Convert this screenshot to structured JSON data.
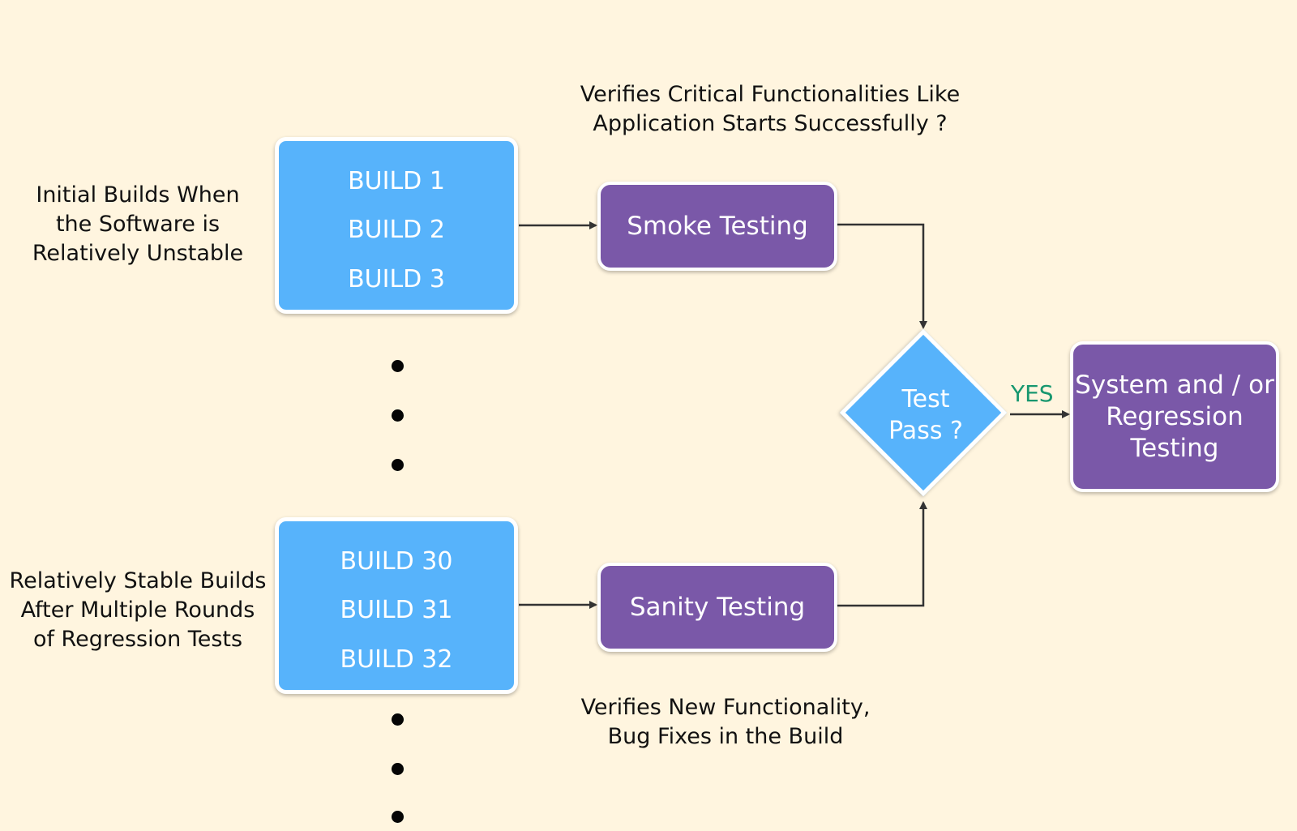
{
  "notes": {
    "top_builds": "Initial Builds When\nthe Software is\nRelatively Unstable",
    "bottom_builds": "Relatively Stable Builds\nAfter Multiple Rounds\nof Regression Tests",
    "smoke": "Verifies Critical Functionalities Like\nApplication Starts Successfully ?",
    "sanity": "Verifies New Functionality,\nBug Fixes in the Build"
  },
  "top_builds": [
    "BUILD 1",
    "BUILD 2",
    "BUILD 3"
  ],
  "bottom_builds": [
    "BUILD 30",
    "BUILD 31",
    "BUILD 32"
  ],
  "processes": {
    "smoke": "Smoke Testing",
    "sanity": "Sanity Testing"
  },
  "decision": {
    "label": "Test\nPass ?",
    "yes_label": "YES"
  },
  "result": {
    "label": "System and / or\nRegression\nTesting"
  },
  "colors": {
    "background": "#fff5df",
    "build_box": "#57b3fb",
    "process_box": "#7a58a8",
    "decision": "#57b3fb",
    "yes_text": "#17976f",
    "connector": "#333333"
  }
}
